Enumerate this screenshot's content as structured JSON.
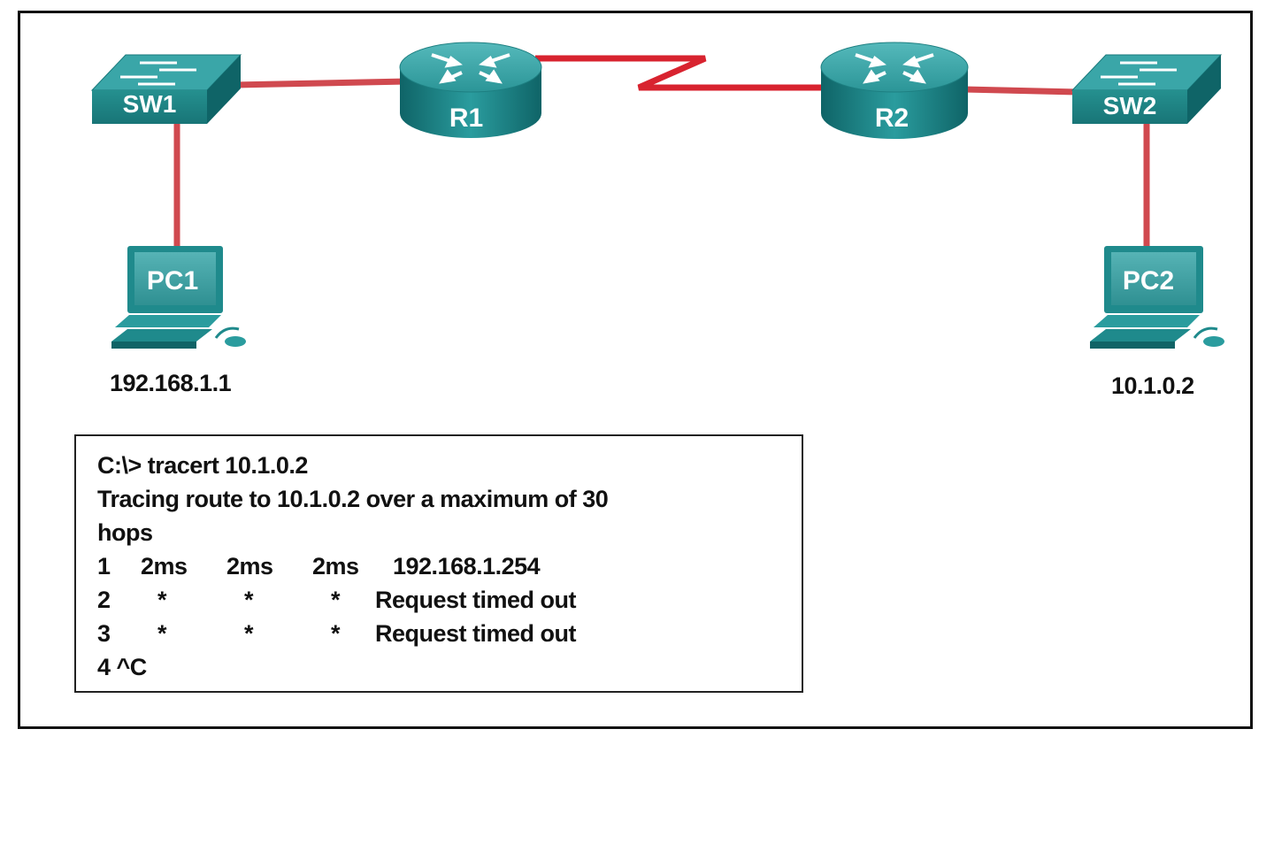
{
  "devices": {
    "sw1": "SW1",
    "r1": "R1",
    "r2": "R2",
    "sw2": "SW2",
    "pc1": "PC1",
    "pc2": "PC2"
  },
  "addresses": {
    "pc1": "192.168.1.1",
    "pc2": "10.1.0.2"
  },
  "console": {
    "command": "C:\\> tracert 10.1.0.2",
    "heading_line1": "Tracing route to 10.1.0.2 over a maximum of 30",
    "heading_line2": "hops",
    "hops": [
      {
        "num": "1",
        "t1": "2ms",
        "t2": "2ms",
        "t3": "2ms",
        "result": "192.168.1.254"
      },
      {
        "num": "2",
        "t1": "*",
        "t2": "*",
        "t3": "*",
        "result": "Request timed out"
      },
      {
        "num": "3",
        "t1": "*",
        "t2": "*",
        "t3": "*",
        "result": "Request timed out"
      }
    ],
    "interrupt": "4 ^C"
  },
  "colors": {
    "device_teal": "#1f8a8c",
    "device_top": "#3aa6a8",
    "device_dark": "#106366",
    "ethernet_link": "#d0494f",
    "serial_link": "#d8232f"
  }
}
